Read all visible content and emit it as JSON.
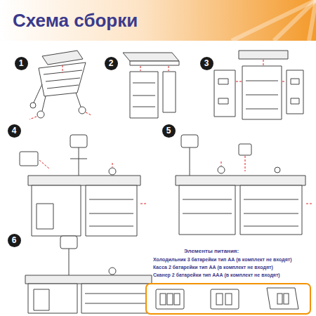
{
  "diagram": {
    "title": "Схема сборки",
    "nodes": [
      {
        "text": [
          "1"
        ]
      },
      {
        "text": [
          "2"
        ]
      },
      {
        "text": [
          "3"
        ]
      },
      {
        "text": [
          "4"
        ]
      },
      {
        "text": [
          "5"
        ]
      },
      {
        "text": [
          "6"
        ]
      }
    ],
    "labels": [
      "Элементы питания:",
      "Холодильник 3 батарейки тип АА (в комплект не входят)",
      "Касса 2 батарейки тип АА (в комплект не входят)",
      "Сканер 2 батарейки тип ААА (в комплект не входят)"
    ]
  }
}
